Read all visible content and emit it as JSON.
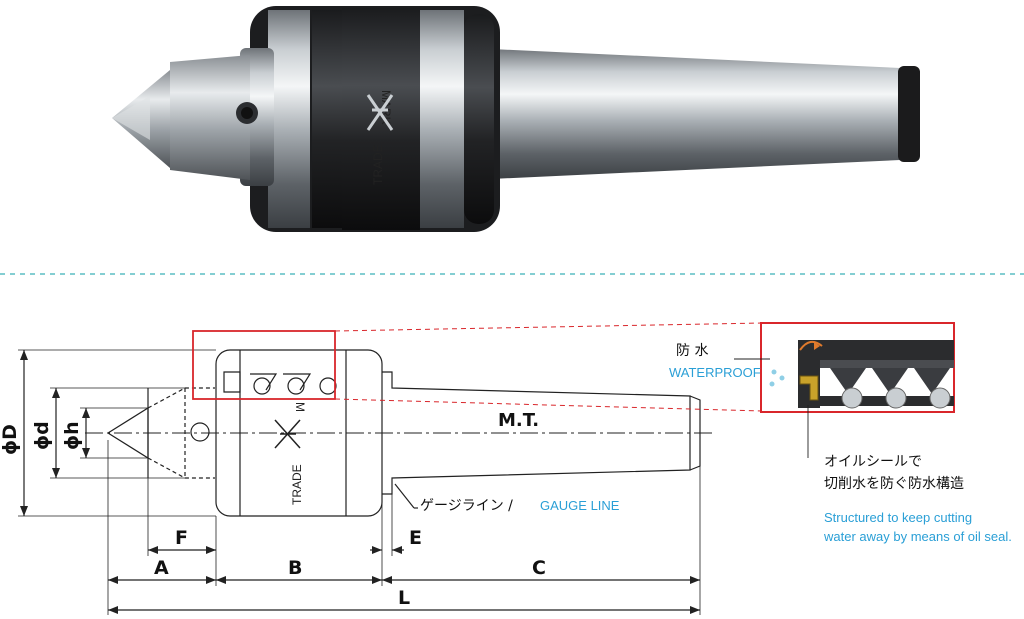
{
  "photo": {
    "ring_text_1": "TRADE",
    "ring_text_2": "MARK"
  },
  "diagram": {
    "labels": {
      "D": "ϕD",
      "d": "ϕd",
      "h": "ϕh",
      "F": "F",
      "A": "A",
      "B": "B",
      "E": "E",
      "C": "C",
      "L": "L",
      "MT": "M.T.",
      "body_trade": "TRADE",
      "body_mark": "M"
    },
    "gauge_line": {
      "jp": "ゲージライン /",
      "en": "GAUGE LINE"
    },
    "waterproof": {
      "jp": "防 水",
      "en": "WATERPROOF"
    },
    "oil_seal": {
      "jp_line1": "オイルシールで",
      "jp_line2": "切削水を防ぐ防水構造",
      "en_line1": "Structured to keep cutting",
      "en_line2": "water away by means of oil seal."
    }
  },
  "colors": {
    "accent_blue": "#2a9fd6",
    "highlight_red": "#d9262b",
    "divider_teal": "#5bbec3"
  }
}
